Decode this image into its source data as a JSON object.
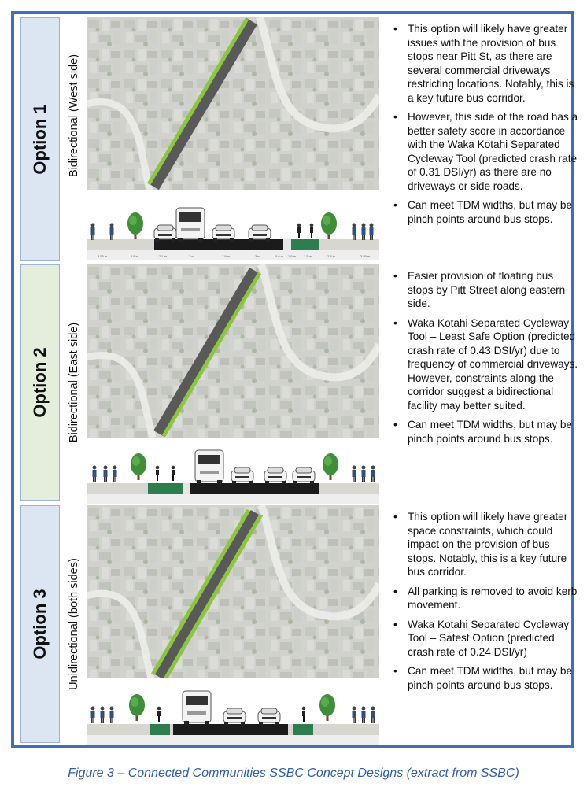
{
  "options": [
    {
      "title": "Option 1",
      "subtitle": "Bidirectional (West side)",
      "tab_color": "#dce6f3",
      "bullets": [
        "This option will likely have greater issues with the provision of bus stops near Pitt St, as there are several commercial driveways restricting locations. Notably, this is a key future bus corridor.",
        "However, this side of the road has a better safety score in accordance with the Waka Kotahi Separated Cycleway Tool (predicted crash rate of 0.31 DSI/yr) as there are no driveways or side roads.",
        "Can meet TDM widths, but may be pinch points around bus stops."
      ],
      "widths": [
        "3.55 m",
        "2.8 m",
        "2.1 m",
        "3 m",
        "2.9 m",
        "3 m",
        "0.6 m",
        "1.5 m",
        "1.5 m",
        "2.8 m",
        "3.55 m"
      ]
    },
    {
      "title": "Option 2",
      "subtitle": "Bidirectional (East side)",
      "tab_color": "#e3eedc",
      "bullets": [
        "Easier provision of floating bus stops by Pitt Street along eastern side.",
        "Waka Kotahi Separated Cycleway Tool – Least Safe Option (predicted crash rate of 0.43 DSI/yr) due to frequency of commercial driveways. However, constraints along the corridor suggest a bidirectional facility may better suited.",
        "Can meet TDM widths, but may be pinch points around bus stops."
      ]
    },
    {
      "title": "Option 3",
      "subtitle": "Unidirectional (both sides)",
      "tab_color": "#dce6f3",
      "bullets": [
        "This option will likely have greater space constraints, which could impact on the provision of bus stops. Notably, this is a key future bus corridor.",
        "All parking is removed to avoid kerb movement.",
        "Waka Kotahi Separated Cycleway Tool – Safest Option (predicted crash rate of 0.24 DSI/yr)",
        "Can meet TDM widths, but may be pinch points around bus stops."
      ]
    }
  ],
  "caption": "Figure 3 – Connected Communities SSBC Concept Designs (extract from SSBC)",
  "colors": {
    "frame": "#3f6fb8",
    "cycleway": "#8cc63f",
    "road": "#555555",
    "cycle_lane_green": "#2e7d4f",
    "caption": "#2f5da8"
  }
}
